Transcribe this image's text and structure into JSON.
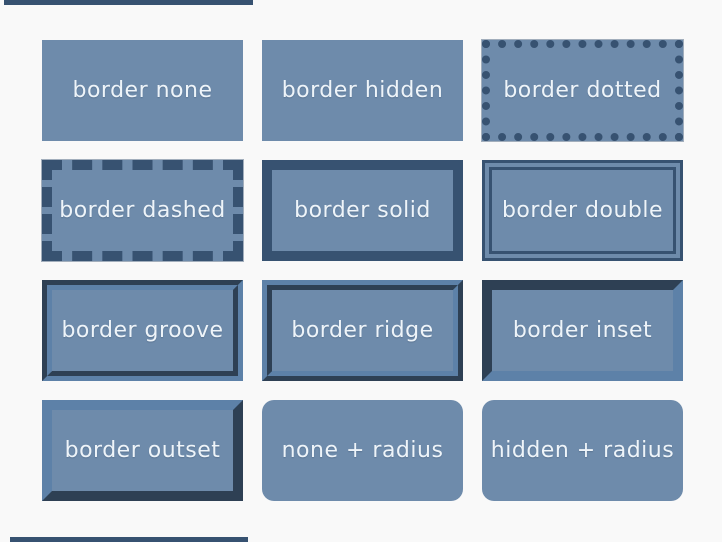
{
  "palette": {
    "page_bg": "#f9f9f9",
    "box_fill": "#6e8bab",
    "border_navy": "#375271",
    "bevel_blue": "#5d81a8",
    "label_color": "#eef4f9"
  },
  "grid": {
    "columns": 3,
    "rows": 4
  },
  "boxes": [
    {
      "label": "border none",
      "style": "none"
    },
    {
      "label": "border hidden",
      "style": "hidden"
    },
    {
      "label": "border dotted",
      "style": "dotted"
    },
    {
      "label": "border dashed",
      "style": "dashed"
    },
    {
      "label": "border solid",
      "style": "solid"
    },
    {
      "label": "border double",
      "style": "double"
    },
    {
      "label": "border groove",
      "style": "groove"
    },
    {
      "label": "border ridge",
      "style": "ridge"
    },
    {
      "label": "border inset",
      "style": "inset"
    },
    {
      "label": "border outset",
      "style": "outset"
    },
    {
      "label": "none + radius",
      "style": "none-radius"
    },
    {
      "label": "hidden + radius",
      "style": "hidden-radius"
    }
  ],
  "cutoff_boxes": {
    "top_visible": true,
    "bottom_visible": true
  }
}
